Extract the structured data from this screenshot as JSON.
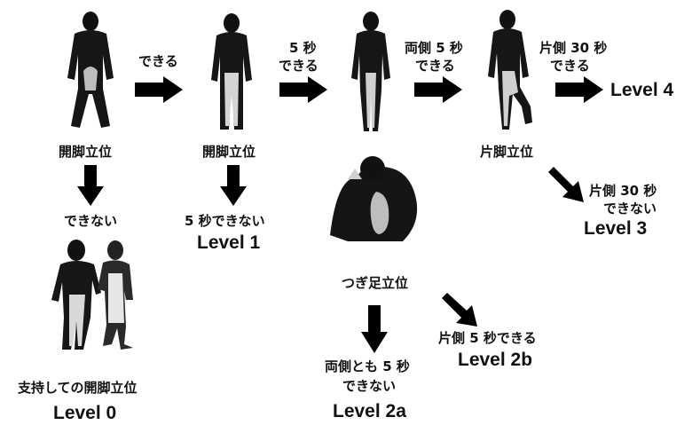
{
  "stance": {
    "wide_1": "開脚立位",
    "wide_2": "開脚立位",
    "single_leg": "片脚立位",
    "tandem": "つぎ足立位",
    "supported_wide": "支持しての開脚立位"
  },
  "transitions": {
    "can": "できる",
    "five_sec_can_1": "5 秒",
    "five_sec_can_2": "できる",
    "both_five_sec_1": "両側 5 秒",
    "both_five_sec_2": "できる",
    "one_30_sec_1": "片側 30 秒",
    "one_30_sec_2": "できる",
    "cannot": "できない",
    "five_sec_cannot": "5 秒できない",
    "one_30_cannot_1": "片側 30 秒",
    "one_30_cannot_2": "できない",
    "one_5_can": "片側 5 秒できる",
    "both_5_cannot_1": "両側とも 5 秒",
    "both_5_cannot_2": "できない"
  },
  "levels": {
    "l0": "Level 0",
    "l1": "Level 1",
    "l2a": "Level 2a",
    "l2b": "Level 2b",
    "l3": "Level 3",
    "l4": "Level 4"
  },
  "icons": {
    "figure": "standing-person-photo",
    "arrow": "block-arrow"
  }
}
